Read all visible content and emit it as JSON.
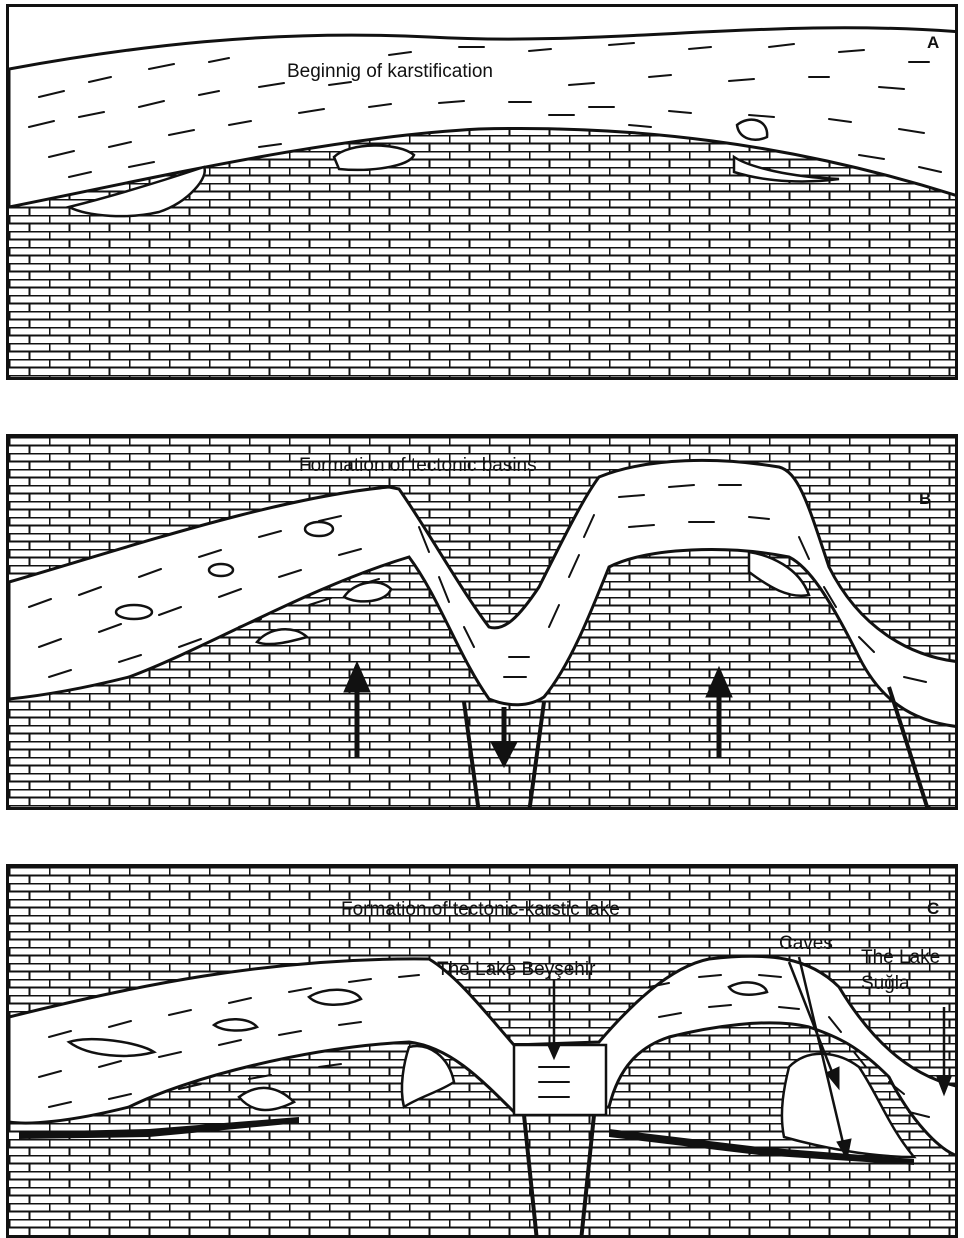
{
  "panels": [
    {
      "letter": "A",
      "title": "Beginnig of karstification"
    },
    {
      "letter": "B",
      "title": "Formation of tectonic basins"
    },
    {
      "letter": "C",
      "title": "Formation of tectonic-karstic lake",
      "labels": {
        "lake_beysehir": "The Lake Beyşehir",
        "caves": "Caves",
        "lake_sugla_1": "The Lake",
        "lake_sugla_2": "Suğla"
      }
    }
  ],
  "colors": {
    "ink": "#111111",
    "paper": "#ffffff"
  }
}
